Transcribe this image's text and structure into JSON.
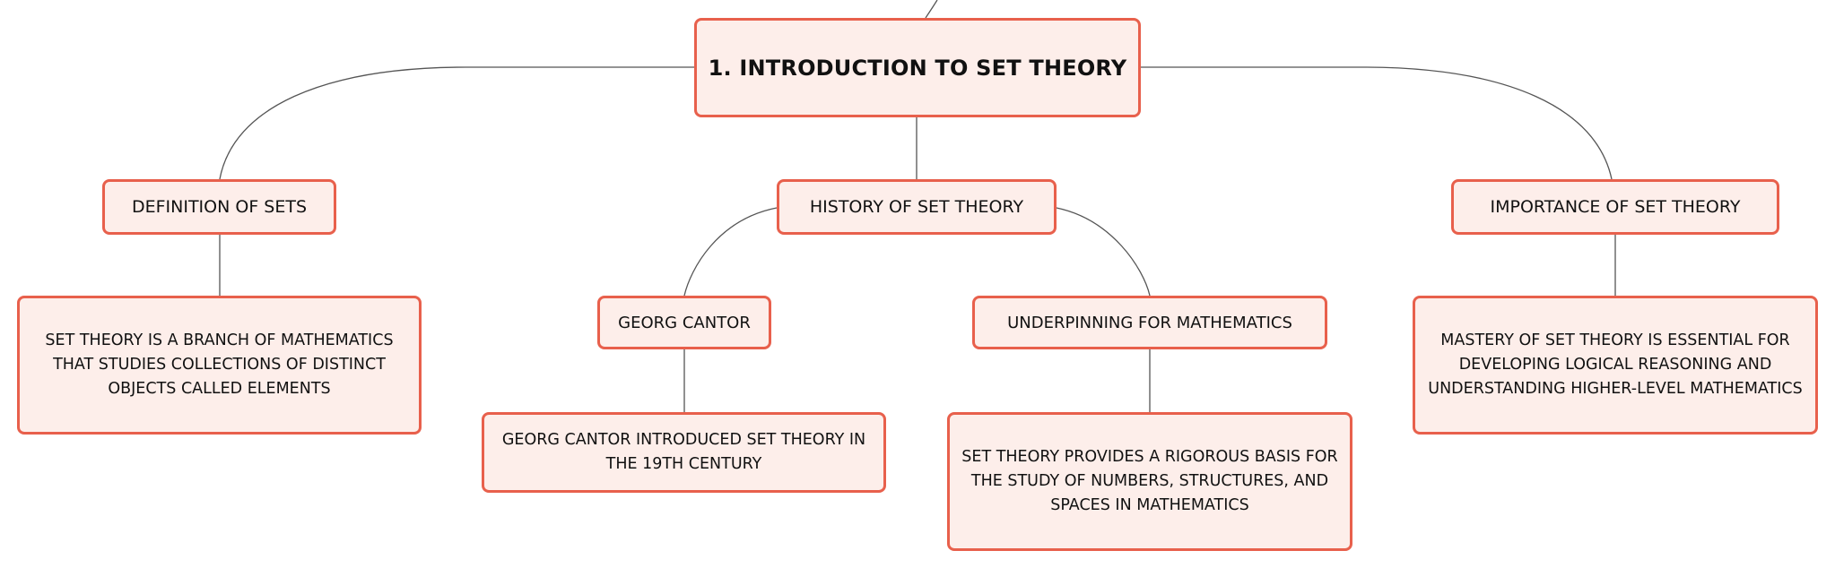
{
  "root": {
    "label": "1. INTRODUCTION TO SET THEORY"
  },
  "topics": {
    "definition": {
      "label": "DEFINITION OF SETS",
      "detail": "SET THEORY IS A BRANCH OF MATHEMATICS THAT STUDIES COLLECTIONS OF DISTINCT OBJECTS CALLED ELEMENTS"
    },
    "history": {
      "label": "HISTORY OF SET THEORY",
      "cantor": {
        "label": "GEORG CANTOR",
        "detail": "GEORG CANTOR INTRODUCED SET THEORY IN THE 19TH CENTURY"
      },
      "underpinning": {
        "label": "UNDERPINNING FOR MATHEMATICS",
        "detail": "SET THEORY PROVIDES A RIGOROUS BASIS FOR THE STUDY OF NUMBERS, STRUCTURES, AND SPACES IN MATHEMATICS"
      }
    },
    "importance": {
      "label": "IMPORTANCE OF SET THEORY",
      "detail": "MASTERY OF SET THEORY IS ESSENTIAL FOR DEVELOPING LOGICAL REASONING AND UNDERSTANDING HIGHER-LEVEL MATHEMATICS"
    }
  },
  "colors": {
    "node_fill": "#fdeeea",
    "node_border": "#e8604c",
    "connector": "#555555"
  }
}
